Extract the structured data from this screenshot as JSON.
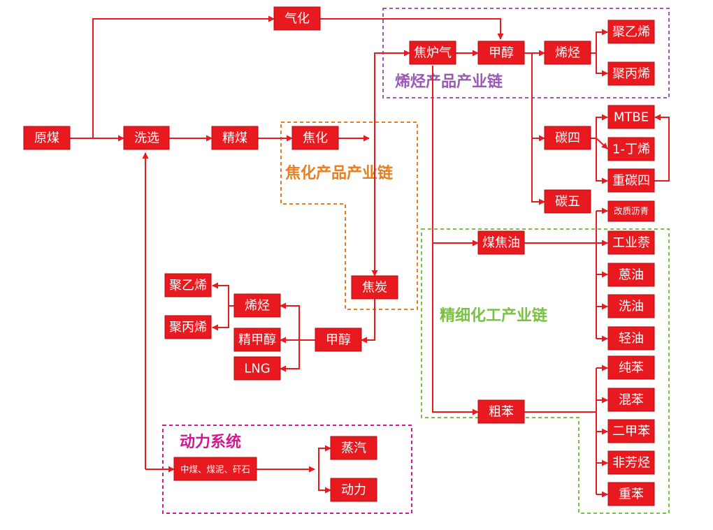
{
  "colors": {
    "node": "#e8191f",
    "edge": "#e8191f",
    "olefin_chain": "#9b59b6",
    "coking_chain": "#e67e22",
    "fine_chain": "#7ac143",
    "power_system": "#d0188f"
  },
  "regions": {
    "olefin": "烯烃产品产业链",
    "coking": "焦化产品产业链",
    "fine_chemical": "精细化工产业链",
    "power": "动力系统"
  },
  "nodes": {
    "raw_coal": "原煤",
    "gasify": "气化",
    "washing": "洗选",
    "clean_coal": "精煤",
    "coking": "焦化",
    "coke_oven_gas": "焦炉气",
    "methanol_top": "甲醇",
    "olefin_top": "烯烃",
    "pe_top": "聚乙烯",
    "pp_top": "聚丙烯",
    "c4": "碳四",
    "mtbe": "MTBE",
    "butene": "1-丁烯",
    "heavy_c4": "重碳四",
    "c5": "碳五",
    "modified_pitch": "改质沥青",
    "coal_tar": "煤焦油",
    "industrial_naphthalene": "工业萘",
    "anthracene_oil": "蒽油",
    "wash_oil": "洗油",
    "light_oil": "轻油",
    "crude_benzene": "粗苯",
    "pure_benzene": "纯苯",
    "mixed_benzene": "混苯",
    "xylene": "二甲苯",
    "non_aromatic": "非芳烃",
    "heavy_benzene": "重苯",
    "coke": "焦炭",
    "methanol_mid": "甲醇",
    "olefin_mid": "烯烃",
    "refined_methanol": "精甲醇",
    "lng": "LNG",
    "pe_mid": "聚乙烯",
    "pp_mid": "聚丙烯",
    "middlings": "中煤、煤泥、矸石",
    "steam": "蒸汽",
    "power": "动力"
  }
}
